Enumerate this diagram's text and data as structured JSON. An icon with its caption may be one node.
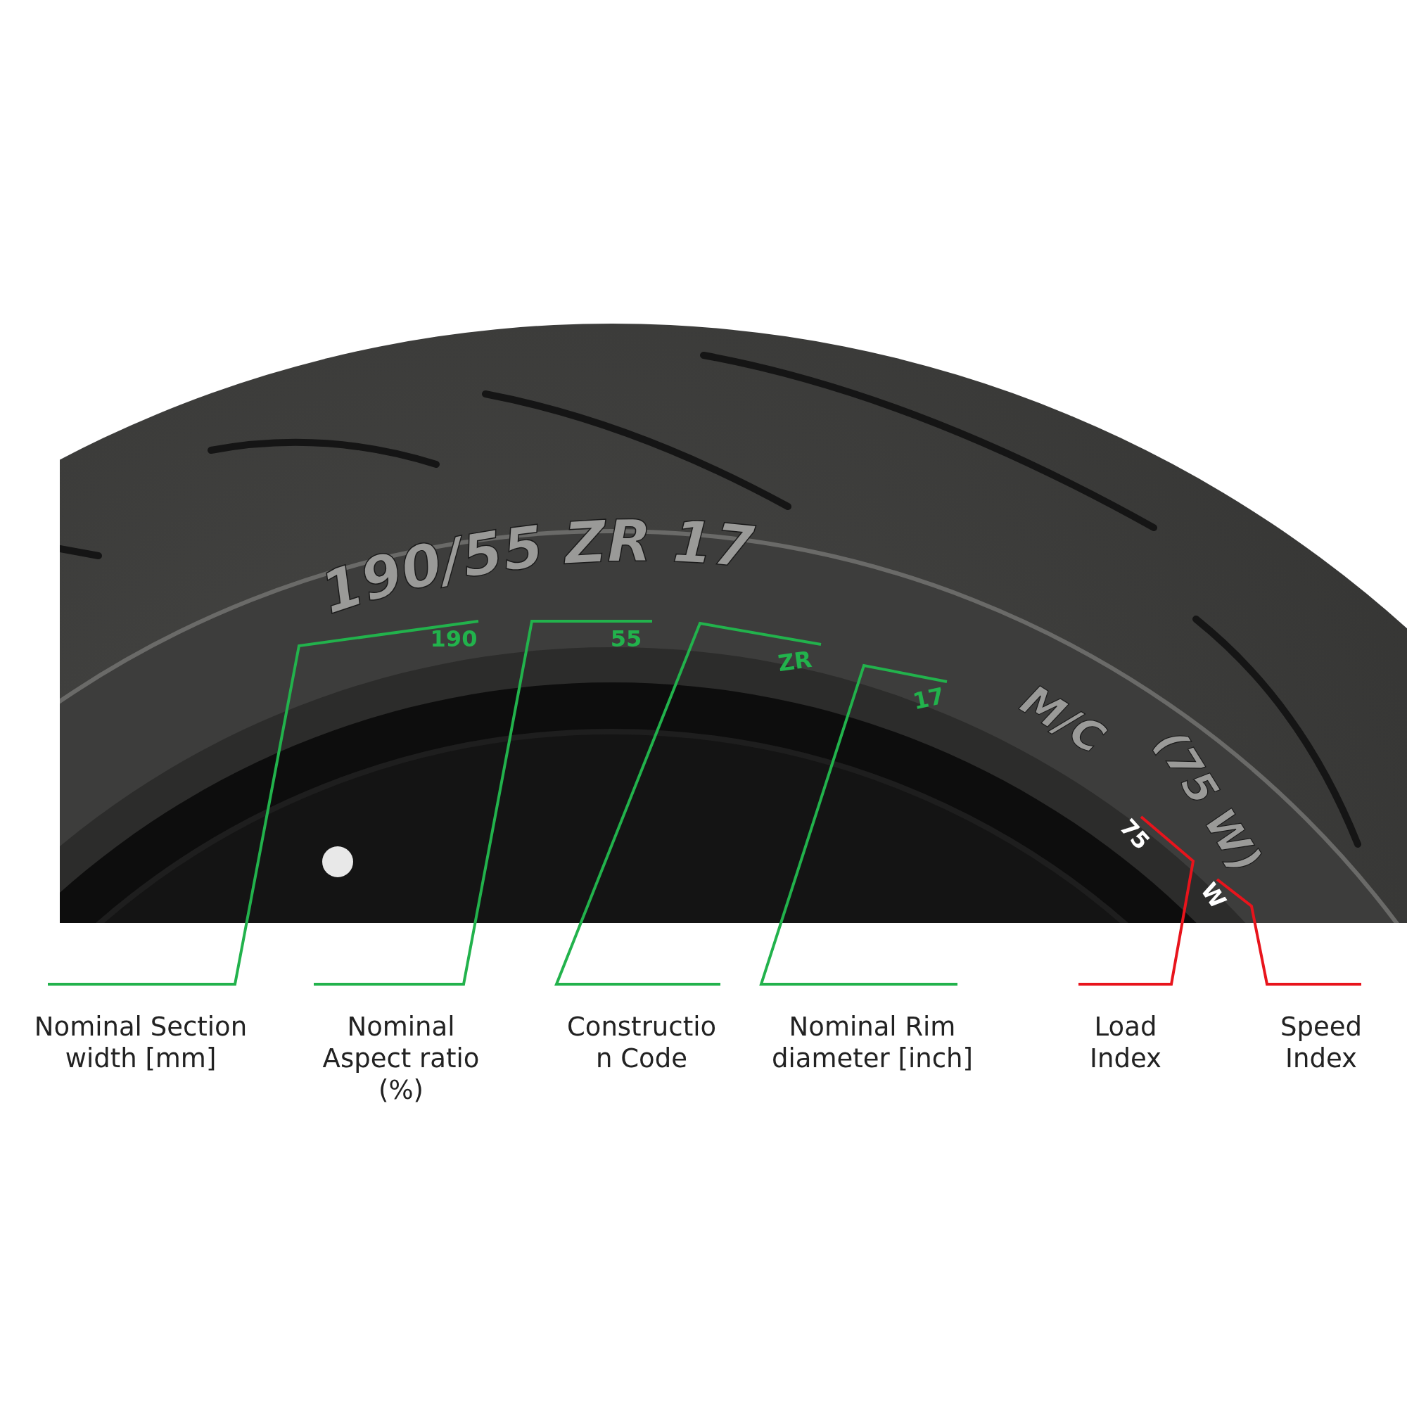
{
  "diagram": {
    "nodes": [
      {
        "text": [
          "Nominal Section width [mm]"
        ]
      },
      {
        "text": [
          "Nominal Aspect ratio (%)"
        ]
      },
      {
        "text": [
          "Constructio n Code"
        ]
      },
      {
        "text": [
          "Nominal Rim diameter [inch]"
        ]
      },
      {
        "text": [
          "Load Index"
        ]
      },
      {
        "text": [
          "Speed Index"
        ]
      },
      {
        "text": [
          "190"
        ]
      },
      {
        "text": [
          "55"
        ]
      },
      {
        "text": [
          "ZR"
        ]
      },
      {
        "text": [
          "17"
        ]
      },
      {
        "text": [
          "75"
        ]
      },
      {
        "text": [
          "W"
        ]
      }
    ],
    "edges": [
      {
        "from": 0,
        "to": 6,
        "arrow": "none"
      },
      {
        "from": 1,
        "to": 7,
        "arrow": "none"
      },
      {
        "from": 2,
        "to": 8,
        "arrow": "none"
      },
      {
        "from": 3,
        "to": 9,
        "arrow": "none"
      },
      {
        "from": 4,
        "to": 10,
        "arrow": "none",
        "color": "#e8141c"
      },
      {
        "from": 5,
        "to": 11,
        "arrow": "none",
        "color": "#e8141c"
      }
    ],
    "labels": [
      "190/55 ZR 17",
      "M/C",
      "(75 W)"
    ]
  }
}
